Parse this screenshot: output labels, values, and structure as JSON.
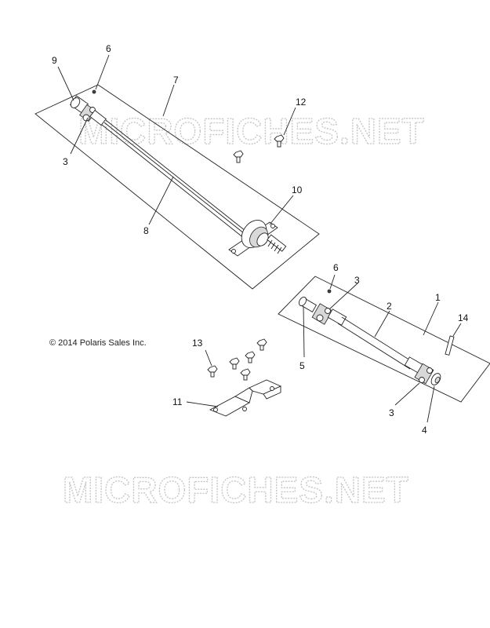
{
  "copyright": "© 2014 Polaris Sales Inc.",
  "watermark": "MICROFICHES.NET",
  "callouts": {
    "c1": "1",
    "c2": "2",
    "c3a": "3",
    "c3b": "3",
    "c3c": "3",
    "c4": "4",
    "c5": "5",
    "c6a": "6",
    "c6b": "6",
    "c7": "7",
    "c8": "8",
    "c9": "9",
    "c10": "10",
    "c11": "11",
    "c12": "12",
    "c13": "13",
    "c14": "14"
  },
  "icons": [
    "drive-shaft",
    "u-joint",
    "carrier-bearing",
    "bolt",
    "mounting-bracket",
    "pin"
  ]
}
